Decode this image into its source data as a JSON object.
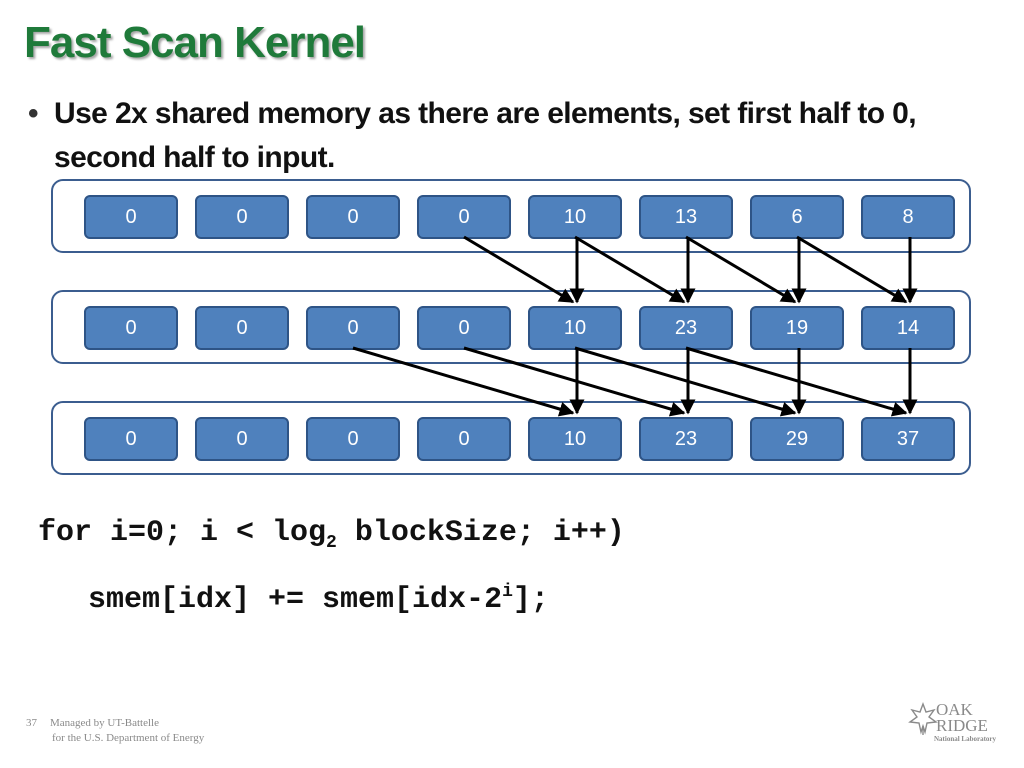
{
  "slide": {
    "title": "Fast Scan Kernel",
    "bullet": "Use 2x shared memory as there are elements, set first half to 0, second half to input."
  },
  "rows": [
    {
      "values": [
        "0",
        "0",
        "0",
        "0",
        "10",
        "13",
        "6",
        "8"
      ]
    },
    {
      "values": [
        "0",
        "0",
        "0",
        "0",
        "10",
        "23",
        "19",
        "14"
      ]
    },
    {
      "values": [
        "0",
        "0",
        "0",
        "0",
        "10",
        "23",
        "29",
        "37"
      ]
    }
  ],
  "arrows": [
    {
      "from_row": 0,
      "from_col": 3,
      "to_row": 1,
      "to_col": 4
    },
    {
      "from_row": 0,
      "from_col": 4,
      "to_row": 1,
      "to_col": 4
    },
    {
      "from_row": 0,
      "from_col": 4,
      "to_row": 1,
      "to_col": 5
    },
    {
      "from_row": 0,
      "from_col": 5,
      "to_row": 1,
      "to_col": 5
    },
    {
      "from_row": 0,
      "from_col": 5,
      "to_row": 1,
      "to_col": 6
    },
    {
      "from_row": 0,
      "from_col": 6,
      "to_row": 1,
      "to_col": 6
    },
    {
      "from_row": 0,
      "from_col": 6,
      "to_row": 1,
      "to_col": 7
    },
    {
      "from_row": 0,
      "from_col": 7,
      "to_row": 1,
      "to_col": 7
    },
    {
      "from_row": 1,
      "from_col": 2,
      "to_row": 2,
      "to_col": 4
    },
    {
      "from_row": 1,
      "from_col": 3,
      "to_row": 2,
      "to_col": 5
    },
    {
      "from_row": 1,
      "from_col": 4,
      "to_row": 2,
      "to_col": 4
    },
    {
      "from_row": 1,
      "from_col": 4,
      "to_row": 2,
      "to_col": 6
    },
    {
      "from_row": 1,
      "from_col": 5,
      "to_row": 2,
      "to_col": 5
    },
    {
      "from_row": 1,
      "from_col": 5,
      "to_row": 2,
      "to_col": 7
    },
    {
      "from_row": 1,
      "from_col": 6,
      "to_row": 2,
      "to_col": 6
    },
    {
      "from_row": 1,
      "from_col": 7,
      "to_row": 2,
      "to_col": 7
    }
  ],
  "code": {
    "line1_prefix": "for i=0; i < log",
    "line1_sub": "2",
    "line1_suffix": " blockSize; i++)",
    "line2_prefix": "smem[idx] += smem[idx-2",
    "line2_sup": "i",
    "line2_suffix": "];"
  },
  "footer": {
    "page_number": "37",
    "line1": "Managed by UT-Battelle",
    "line2": "for the U.S. Department of Energy"
  },
  "logo": {
    "word1": "OAK",
    "word2": "RIDGE",
    "subtitle": "National Laboratory"
  },
  "colors": {
    "title": "#1f7a3a",
    "cell_fill": "#4f81bd",
    "cell_border": "#2e5486",
    "panel_border": "#3b5d8f",
    "arrow": "#000000"
  }
}
